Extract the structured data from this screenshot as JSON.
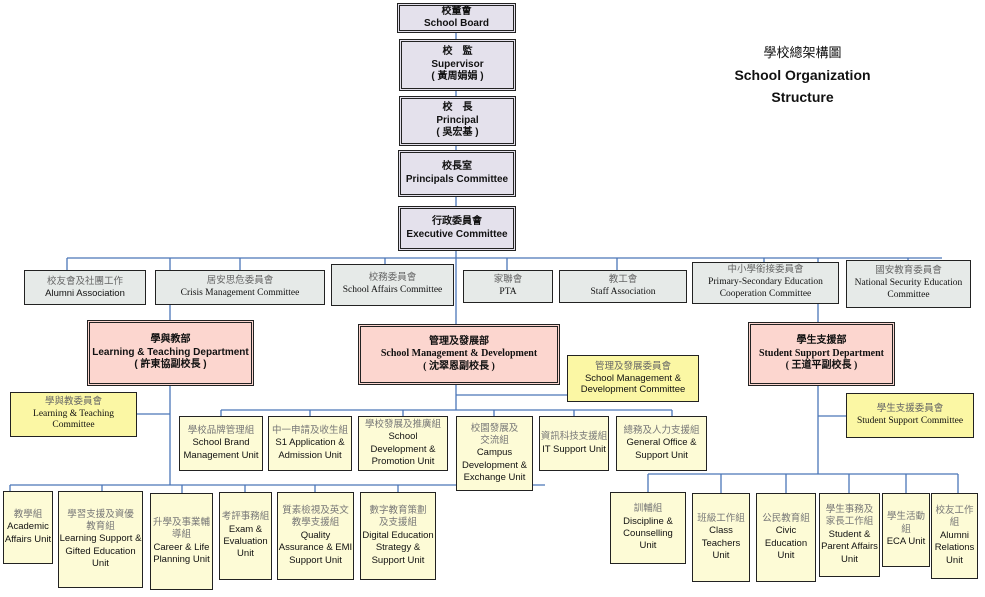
{
  "title": {
    "zh": "學校總架構圖",
    "en_line1": "School Organization",
    "en_line2": "Structure"
  },
  "colors": {
    "connector": "#4a76b8",
    "leadership_fill": "#e4e1ec",
    "affiliate_fill": "#e6eae8",
    "department_fill": "#fcd6cf",
    "committee_fill": "#fbf7a4",
    "unit_fill": "#fdfbd6"
  },
  "leadership": [
    {
      "zh": "校董會",
      "en": "School Board",
      "person": ""
    },
    {
      "zh": "校　監",
      "en": "Supervisor",
      "person": "( 黃周娟娟 )"
    },
    {
      "zh": "校　長",
      "en": "Principal",
      "person": "( 吳宏基 )"
    },
    {
      "zh": "校長室",
      "en": "Principals Committee",
      "person": ""
    },
    {
      "zh": "行政委員會",
      "en": "Executive Committee",
      "person": ""
    }
  ],
  "affiliates": [
    {
      "zh": "校友會及社團工作",
      "en": "Alumni Association"
    },
    {
      "zh": "居安思危委員會",
      "en": "Crisis Management Committee"
    },
    {
      "zh": "校務委員會",
      "en": "School Affairs Committee"
    },
    {
      "zh": "家聯會",
      "en": "PTA"
    },
    {
      "zh": "教工會",
      "en": "Staff Association"
    },
    {
      "zh": "中小學銜接委員會",
      "en": "Primary-Secondary Education Cooperation Committee"
    },
    {
      "zh": "國安教育委員會",
      "en": "National Security Education Committee"
    }
  ],
  "departments": [
    {
      "zh": "學與教部",
      "en": "Learning & Teaching Department",
      "person": "( 許東協副校長 )",
      "committee": {
        "zh": "學與教委員會",
        "en": "Learning & Teaching Committee"
      },
      "units": [
        {
          "zh": "教學組",
          "en": "Academic Affairs Unit"
        },
        {
          "zh": "學習支援及資優教育組",
          "en": "Learning Support & Gifted Education Unit"
        },
        {
          "zh": "升學及事業輔導組",
          "en": "Career & Life Planning Unit"
        },
        {
          "zh": "考評事務組",
          "en": "Exam & Evaluation Unit"
        },
        {
          "zh": "質素檢視及英文教學支援組",
          "en": "Quality Assurance & EMI Support Unit"
        },
        {
          "zh": "數字教育策劃及支援組",
          "en": "Digital Education Strategy & Support Unit"
        }
      ]
    },
    {
      "zh": "管理及發展部",
      "en": "School Management & Development",
      "person": "( 沈翠恩副校長 )",
      "committee": {
        "zh": "管理及發展委員會",
        "en": "School Management & Development Committee"
      },
      "units": [
        {
          "zh": "學校品牌管理組",
          "en": "School Brand Management Unit"
        },
        {
          "zh": "中一申請及收生組",
          "en": "S1 Application & Admission Unit"
        },
        {
          "zh": "學校發展及推廣組",
          "en": "School Development & Promotion Unit"
        },
        {
          "zh": "校園發展及交流組",
          "en": "Campus Development & Exchange Unit"
        },
        {
          "zh": "資訊科技支援組",
          "en": "IT Support Unit"
        },
        {
          "zh": "總務及人力支援組",
          "en": "General Office & Support Unit"
        }
      ]
    },
    {
      "zh": "學生支援部",
      "en": "Student Support Department",
      "person": "( 王道平副校長 )",
      "committee": {
        "zh": "學生支援委員會",
        "en": "Student Support Committee"
      },
      "units": [
        {
          "zh": "訓輔組",
          "en": "Discipline & Counselling Unit"
        },
        {
          "zh": "班級工作組",
          "en": "Class Teachers Unit"
        },
        {
          "zh": "公民教育組",
          "en": "Civic Education Unit"
        },
        {
          "zh": "學生事務及家長工作組",
          "en": "Student & Parent Affairs Unit"
        },
        {
          "zh": "學生活動組",
          "en": "ECA Unit"
        },
        {
          "zh": "校友工作組",
          "en": "Alumni Relations Unit"
        }
      ]
    }
  ]
}
